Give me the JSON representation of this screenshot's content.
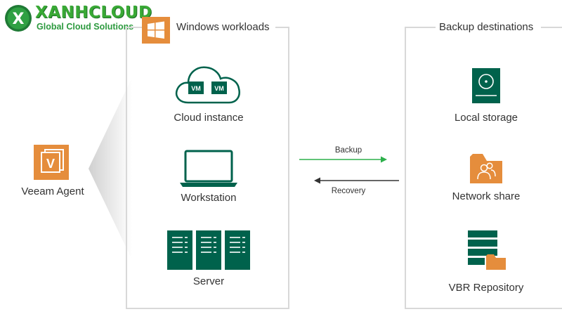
{
  "logo": {
    "name": "XANHCLOUD",
    "tagline": "Global Cloud Solutions",
    "mark_letter": "X"
  },
  "agent": {
    "label": "Veeam Agent",
    "icon": "veeam-v-icon",
    "icon_letter": "V"
  },
  "workloads": {
    "title": "Windows workloads",
    "badge_icon": "windows-logo-icon",
    "items": [
      {
        "label": "Cloud instance",
        "icon": "cloud-vm-icon",
        "vm_labels": [
          "VM",
          "VM"
        ]
      },
      {
        "label": "Workstation",
        "icon": "laptop-icon"
      },
      {
        "label": "Server",
        "icon": "server-rack-icon"
      }
    ]
  },
  "destinations": {
    "title": "Backup destinations",
    "items": [
      {
        "label": "Local storage",
        "icon": "hard-drive-icon"
      },
      {
        "label": "Network share",
        "icon": "shared-folder-icon"
      },
      {
        "label": "VBR Repository",
        "icon": "repository-icon"
      }
    ]
  },
  "flows": {
    "backup": "Backup",
    "recovery": "Recovery"
  },
  "colors": {
    "brand_green": "#39a935",
    "veeam_green": "#00624c",
    "veeam_orange": "#e58d3c",
    "backup_arrow": "#2db04b",
    "recovery_arrow": "#333333",
    "panel_border": "#d8d8d8"
  }
}
